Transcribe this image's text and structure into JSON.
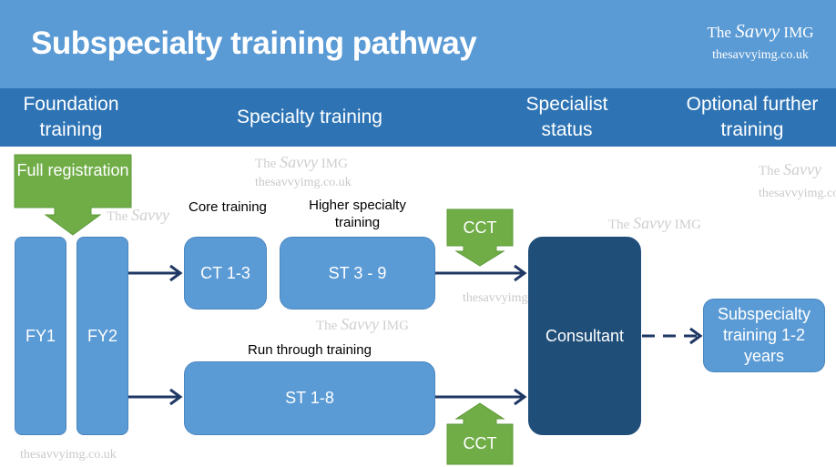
{
  "title": "Subspecialty training pathway",
  "brand": {
    "line1_pre": "The",
    "line1_script": "Savvy",
    "line1_post": "IMG",
    "line2": "thesavvyimg.co.uk"
  },
  "stages": {
    "foundation": "Foundation training",
    "specialty": "Specialty training",
    "specialist": "Specialist status",
    "optional": "Optional further training"
  },
  "callouts": {
    "full_registration": "Full registration",
    "cct_top": "CCT",
    "cct_bottom": "CCT"
  },
  "labels": {
    "core": "Core training",
    "higher": "Higher specialty training",
    "run_through": "Run through training"
  },
  "boxes": {
    "fy1": "FY1",
    "fy2": "FY2",
    "ct": "CT 1-3",
    "st_higher": "ST 3 - 9",
    "st_run": "ST 1-8",
    "consultant": "Consultant",
    "subspecialty": "Subspecialty training 1-2 years"
  },
  "watermark": {
    "pre": "The",
    "script": "Savvy",
    "post": "IMG",
    "url": "thesavvyimg.co.uk"
  },
  "colors": {
    "header": "#5b9bd5",
    "band": "#2e74b5",
    "box": "#5b9bd5",
    "consultant": "#1f4e79",
    "callout": "#70ad47",
    "arrow": "#1f3864"
  }
}
